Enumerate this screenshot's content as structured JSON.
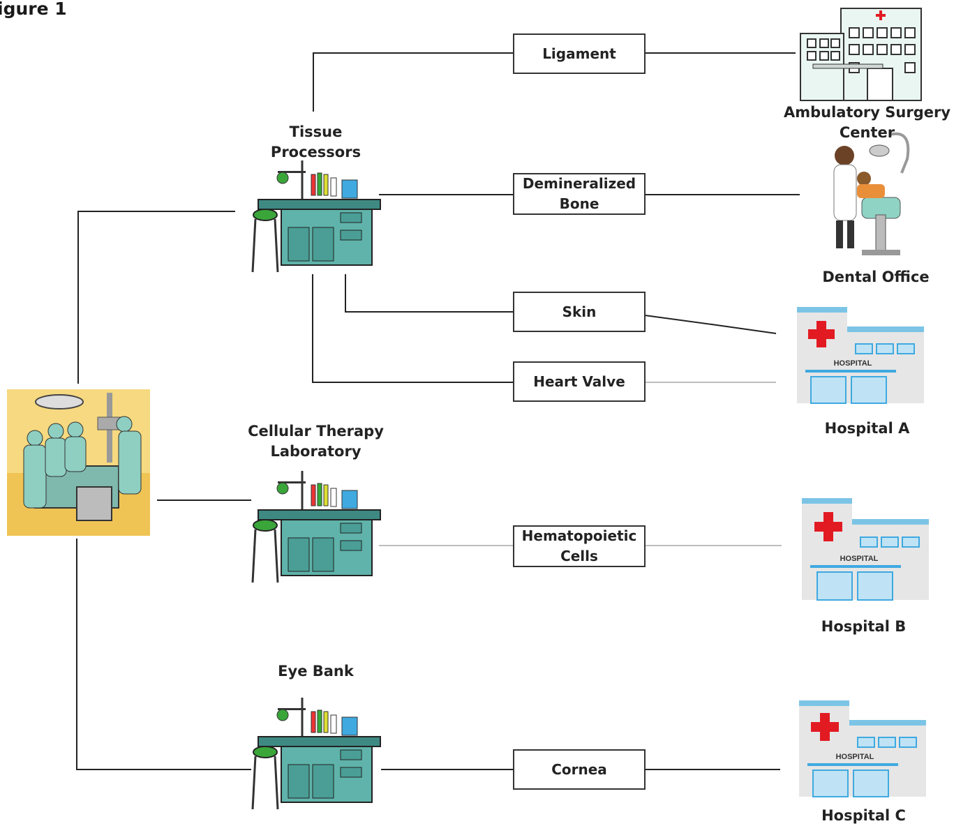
{
  "figure_title": "igure 1",
  "sources": {
    "tissue_processors": "Tissue Processors",
    "cellular_therapy_lab": "Cellular Therapy\nLaboratory",
    "eye_bank": "Eye Bank"
  },
  "products": {
    "ligament": "Ligament",
    "demineralized_bone": "Demineralized\nBone",
    "skin": "Skin",
    "heart_valve": "Heart Valve",
    "hematopoietic_cells": "Hematopoietic\nCells",
    "cornea": "Cornea"
  },
  "destinations": {
    "ambulatory_surgery_center": "Ambulatory Surgery Center",
    "dental_office": "Dental Office",
    "hospital_a": "Hospital A",
    "hospital_b": "Hospital B",
    "hospital_c": "Hospital C"
  },
  "hospital_sign": "HOSPITAL",
  "colors": {
    "lab_table": "#4a9e96",
    "stool": "#3aa63a",
    "hospital_blue": "#3fa9e0",
    "cross_red": "#e21b23",
    "or_background": "#f2c94c"
  }
}
